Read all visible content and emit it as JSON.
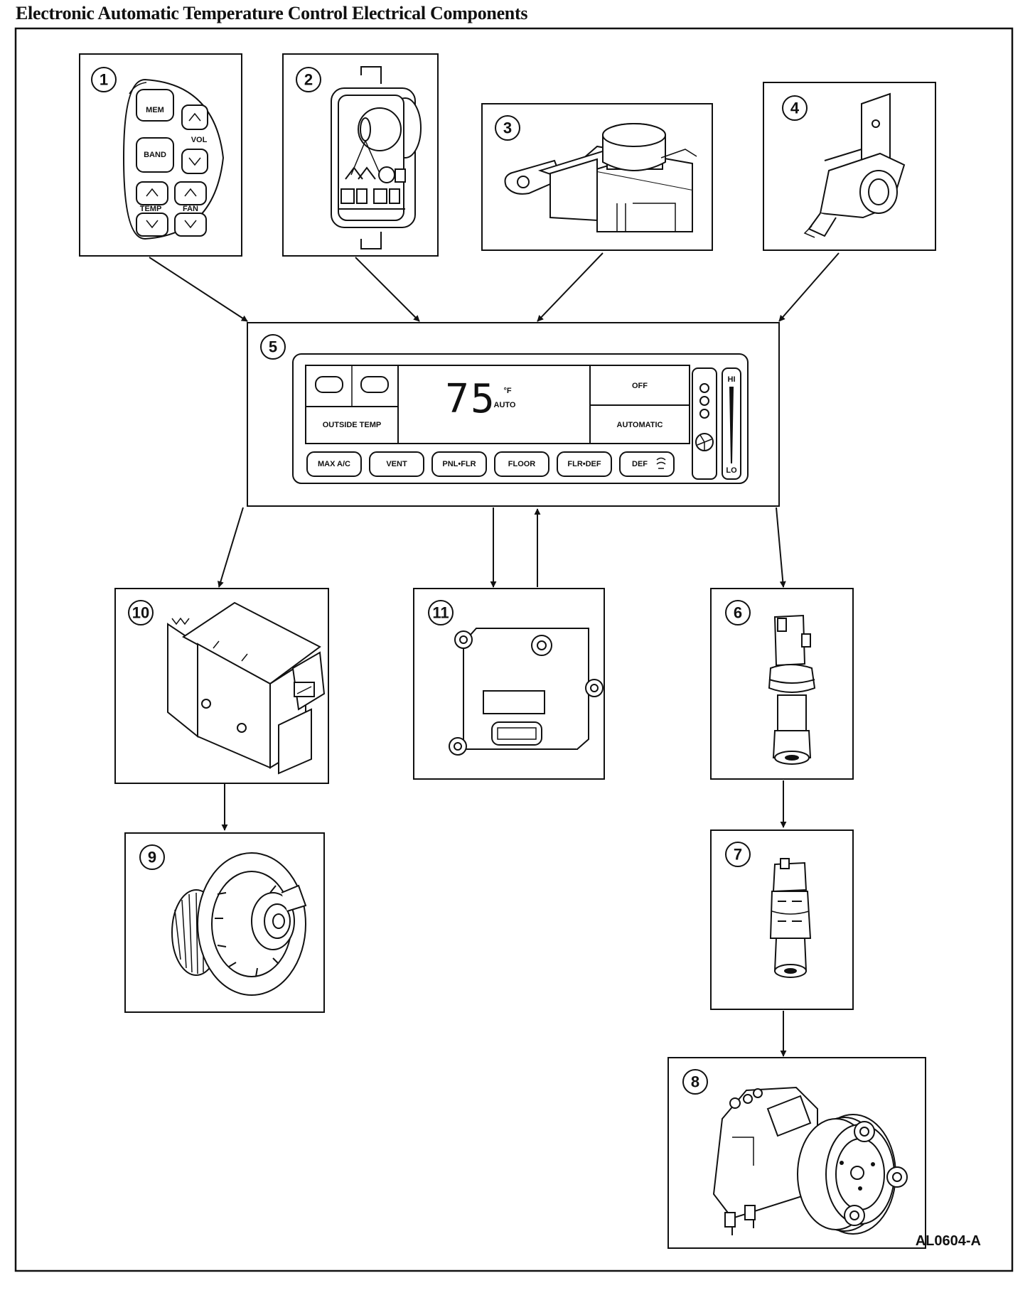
{
  "title": "Electronic Automatic Temperature Control Electrical Components",
  "code": "AL0604-A",
  "components": {
    "c1": {
      "number": "1",
      "labels": {
        "mem": "MEM",
        "band": "BAND",
        "vol": "VOL",
        "temp": "TEMP",
        "fan": "FAN"
      }
    },
    "c2": {
      "number": "2"
    },
    "c3": {
      "number": "3"
    },
    "c4": {
      "number": "4"
    },
    "c5": {
      "number": "5",
      "display_value": "75",
      "display_unit": "°F",
      "display_mode": "AUTO",
      "buttons": {
        "outside_temp": "OUTSIDE TEMP",
        "off": "OFF",
        "automatic": "AUTOMATIC",
        "max_ac": "MAX A/C",
        "vent": "VENT",
        "pnl_flr": "PNL•FLR",
        "floor": "FLOOR",
        "flr_def": "FLR•DEF",
        "def": "DEF"
      },
      "fan_hi": "HI",
      "fan_lo": "LO"
    },
    "c6": {
      "number": "6"
    },
    "c7": {
      "number": "7"
    },
    "c8": {
      "number": "8"
    },
    "c9": {
      "number": "9"
    },
    "c10": {
      "number": "10"
    },
    "c11": {
      "number": "11"
    }
  }
}
